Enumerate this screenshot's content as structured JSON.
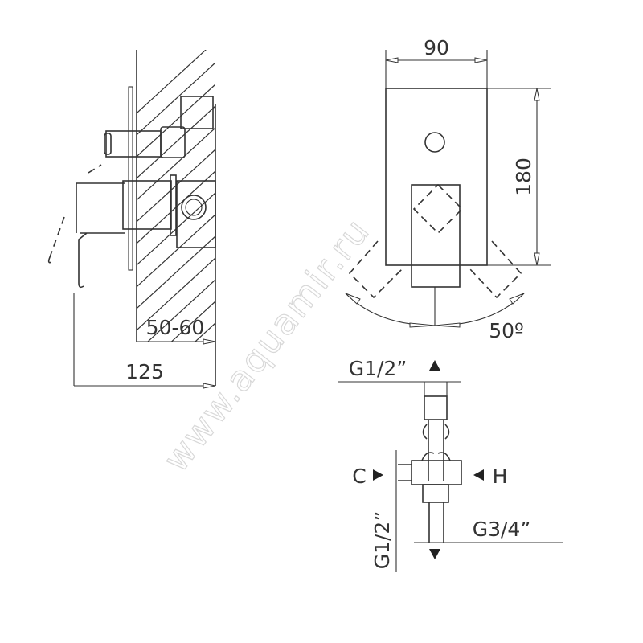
{
  "watermark": "www.aquamir.ru",
  "side_view": {
    "wall_depth_label": "50-60",
    "total_depth_label": "125"
  },
  "front_view": {
    "width_label": "90",
    "height_label": "180",
    "angle_label": "50º"
  },
  "connections": {
    "top_outlet_label": "G1/2”",
    "cold_label": "C",
    "hot_label": "H",
    "side_inlet_label": "G1/2”",
    "bottom_outlet_label": "G3/4”"
  }
}
